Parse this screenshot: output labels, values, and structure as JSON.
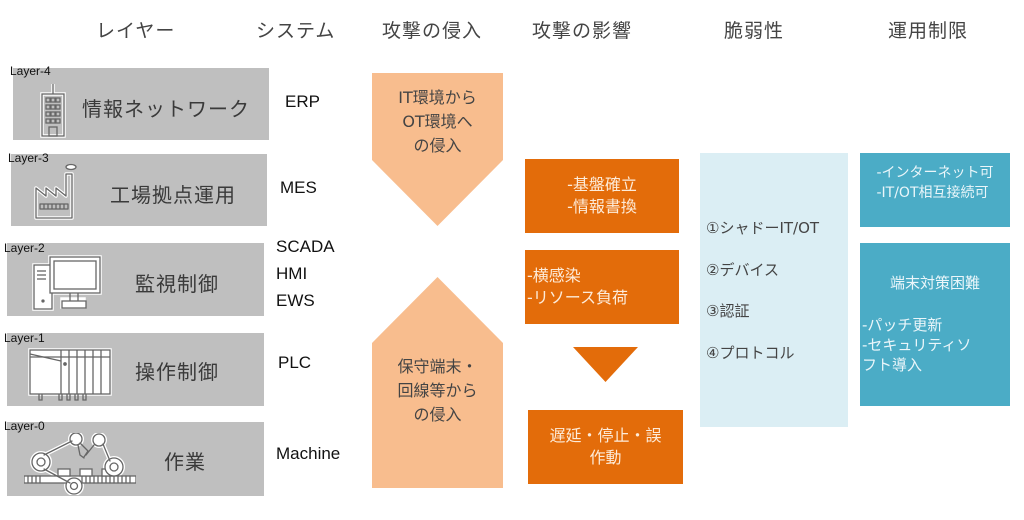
{
  "headers": {
    "layer": "レイヤー",
    "system": "システム",
    "intrusion": "攻撃の侵入",
    "impact": "攻撃の影響",
    "vulnerability": "脆弱性",
    "constraints": "運用制限"
  },
  "layers": [
    {
      "tag": "Layer-4",
      "name": "情報ネットワーク",
      "icon": "office-building-icon",
      "systems": [
        "ERP"
      ]
    },
    {
      "tag": "Layer-3",
      "name": "工場拠点運用",
      "icon": "factory-icon",
      "systems": [
        "MES"
      ]
    },
    {
      "tag": "Layer-2",
      "name": "監視制御",
      "icon": "desktop-computer-icon",
      "systems": [
        "SCADA",
        "HMI",
        "EWS"
      ]
    },
    {
      "tag": "Layer-1",
      "name": "操作制御",
      "icon": "plc-rack-icon",
      "systems": [
        "PLC"
      ]
    },
    {
      "tag": "Layer-0",
      "name": "作業",
      "icon": "robot-arm-icon",
      "systems": [
        "Machine"
      ]
    }
  ],
  "intrusion": {
    "from_it": [
      "IT環境から",
      "OT環境へ",
      "の侵入"
    ],
    "from_maintenance": [
      "保守端末・",
      "回線等から",
      "の侵入"
    ]
  },
  "impact": {
    "box1": [
      "-基盤確立",
      "-情報書換"
    ],
    "box2": [
      "-横感染",
      "-リソース負荷"
    ],
    "box3": [
      "遅延・停止・誤",
      "作動"
    ]
  },
  "vulnerability": {
    "items": [
      "①シャドーIT/OT",
      "②デバイス",
      "③認証",
      "④プロトコル"
    ]
  },
  "constraints": {
    "box1": [
      "-インターネット可",
      "-IT/OT相互接続可"
    ],
    "box2": {
      "title": "端末対策困難",
      "lines": [
        "-パッチ更新",
        "-セキュリティソ",
        "フト導入"
      ]
    }
  },
  "colors": {
    "layer_gray": "#bfbfbf",
    "intrusion_peach": "#f8bd8e",
    "impact_orange": "#e36c0a",
    "vuln_lightblue": "#dbeef4",
    "constraint_teal": "#4bacc6"
  }
}
